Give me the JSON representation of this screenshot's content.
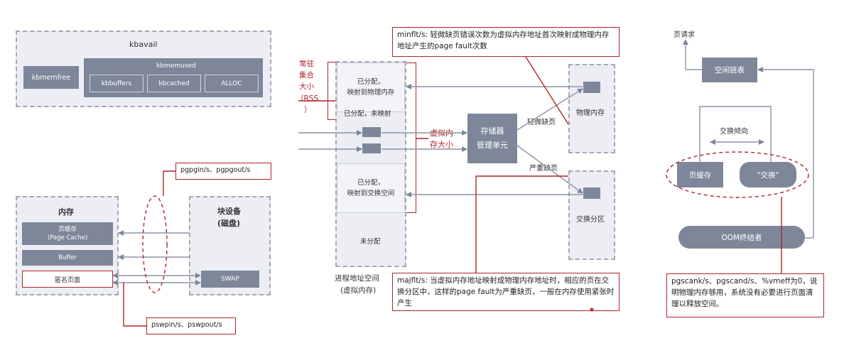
{
  "kbavail": {
    "title": "kbavail",
    "kbmemfree": "kbmemfree",
    "kbmemused": "kbmemused",
    "kbbuffers": "kbbuffers",
    "kbcached": "kbcached",
    "alloc": "ALLOC"
  },
  "memory": {
    "title": "内存",
    "page_cache_line1": "页缓存",
    "page_cache_line2": "(Page Cache)",
    "buffer": "Buffer",
    "anon": "匿名页面"
  },
  "block": {
    "title_line1": "块设备",
    "title_line2": "(磁盘)",
    "swap": "SWAP"
  },
  "labels": {
    "pgpgin": "pgpgin/s、pgpgout/s",
    "pswpin": "pswpin/s、pswpout/s"
  },
  "process": {
    "rss_line1": "常驻",
    "rss_line2": "集合",
    "rss_line3": "大小",
    "rss_line4": "（RSS",
    "rss_line5": "）",
    "cell1_line1": "已分配，",
    "cell1_line2": "映射到物理内存",
    "cell2": "已分配，未映射",
    "cell3_line1": "已分配，",
    "cell3_line2": "映射到交换空间",
    "cell4": "未分配",
    "caption_line1": "进程地址空间",
    "caption_line2": "(虚拟内存)",
    "vm_size_line1": "虚拟内",
    "vm_size_line2": "存大小",
    "mmu_line1": "存储器",
    "mmu_line2": "管理单元",
    "minor_fault": "轻微缺页",
    "major_fault": "严重缺页",
    "phys_mem": "物理内存",
    "swap_area": "交换分区",
    "minflt": "minflt/s: 轻微缺页错误次数为虚拟内存地址首次映射成物理内存地址产生的page fault次数",
    "majflt": "majflt/s: 当虚拟内存地址映射成物理内存地址时，相应的页在交换分区中，这样的page fault为严重缺页，一般在内存使用紧张时产生"
  },
  "reclaim": {
    "page_request": "页请求",
    "free_list": "空闲链表",
    "swap_tendency": "交换倾向",
    "page_cache": "页缓存",
    "swap": "\"交换\"",
    "oom": "OOM终结者",
    "note": "pgscank/s、pgscand/s、%vmeff为0，说明物理内存够用，系统没有必要进行页面清理以释放空间。"
  },
  "colors": {
    "panel_fill": "#eceef4",
    "panel_border": "#a4a8b4",
    "box_fill": "#7d8799",
    "accent_red": "#b0242b"
  }
}
